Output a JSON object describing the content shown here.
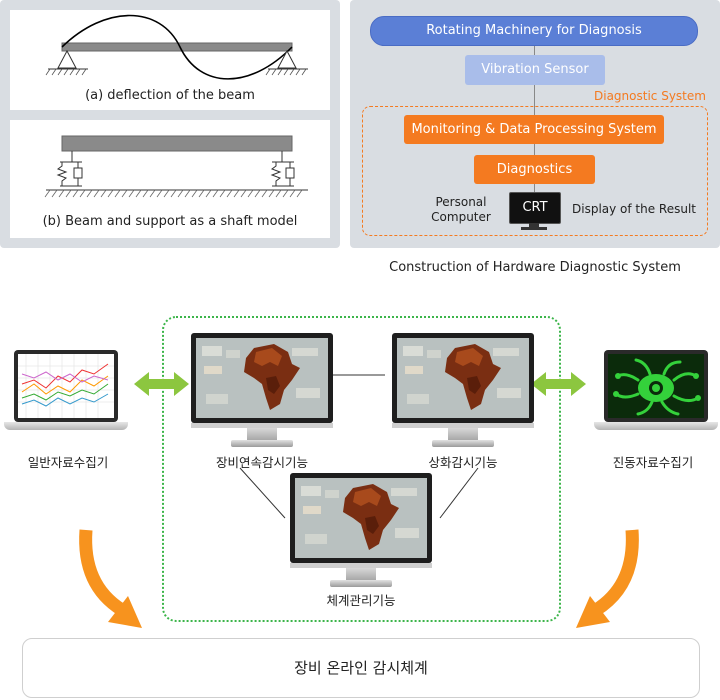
{
  "beam_panel": {
    "caption_a": "(a) deflection of the beam",
    "caption_b": "(b) Beam and support as a shaft model"
  },
  "hardware_system": {
    "top_pill": "Rotating Machinery for Diagnosis",
    "sensor": "Vibration Sensor",
    "diagnostic_system_label": "Diagnostic System",
    "monitoring": "Monitoring & Data Processing System",
    "diagnostics": "Diagnostics",
    "personal_computer": "Personal\nComputer",
    "crt": "CRT",
    "display_result": "Display of the Result",
    "caption": "Construction of Hardware Diagnostic System"
  },
  "monitoring_system": {
    "left_laptop_label": "일반자료수집기",
    "right_laptop_label": "진동자료수집기",
    "monitor_1_label": "장비연속감시기능",
    "monitor_2_label": "상화감시기능",
    "monitor_3_label": "체계관리기능",
    "bottom_box": "장비 온라인 감시체계"
  },
  "colors": {
    "blue_pill": "#5b7fd6",
    "light_blue": "#a9bdea",
    "orange": "#f47a20",
    "green_arrow": "#8cc63f",
    "dotted_green": "#3cb54a",
    "panel_gray": "#d9dde2"
  }
}
